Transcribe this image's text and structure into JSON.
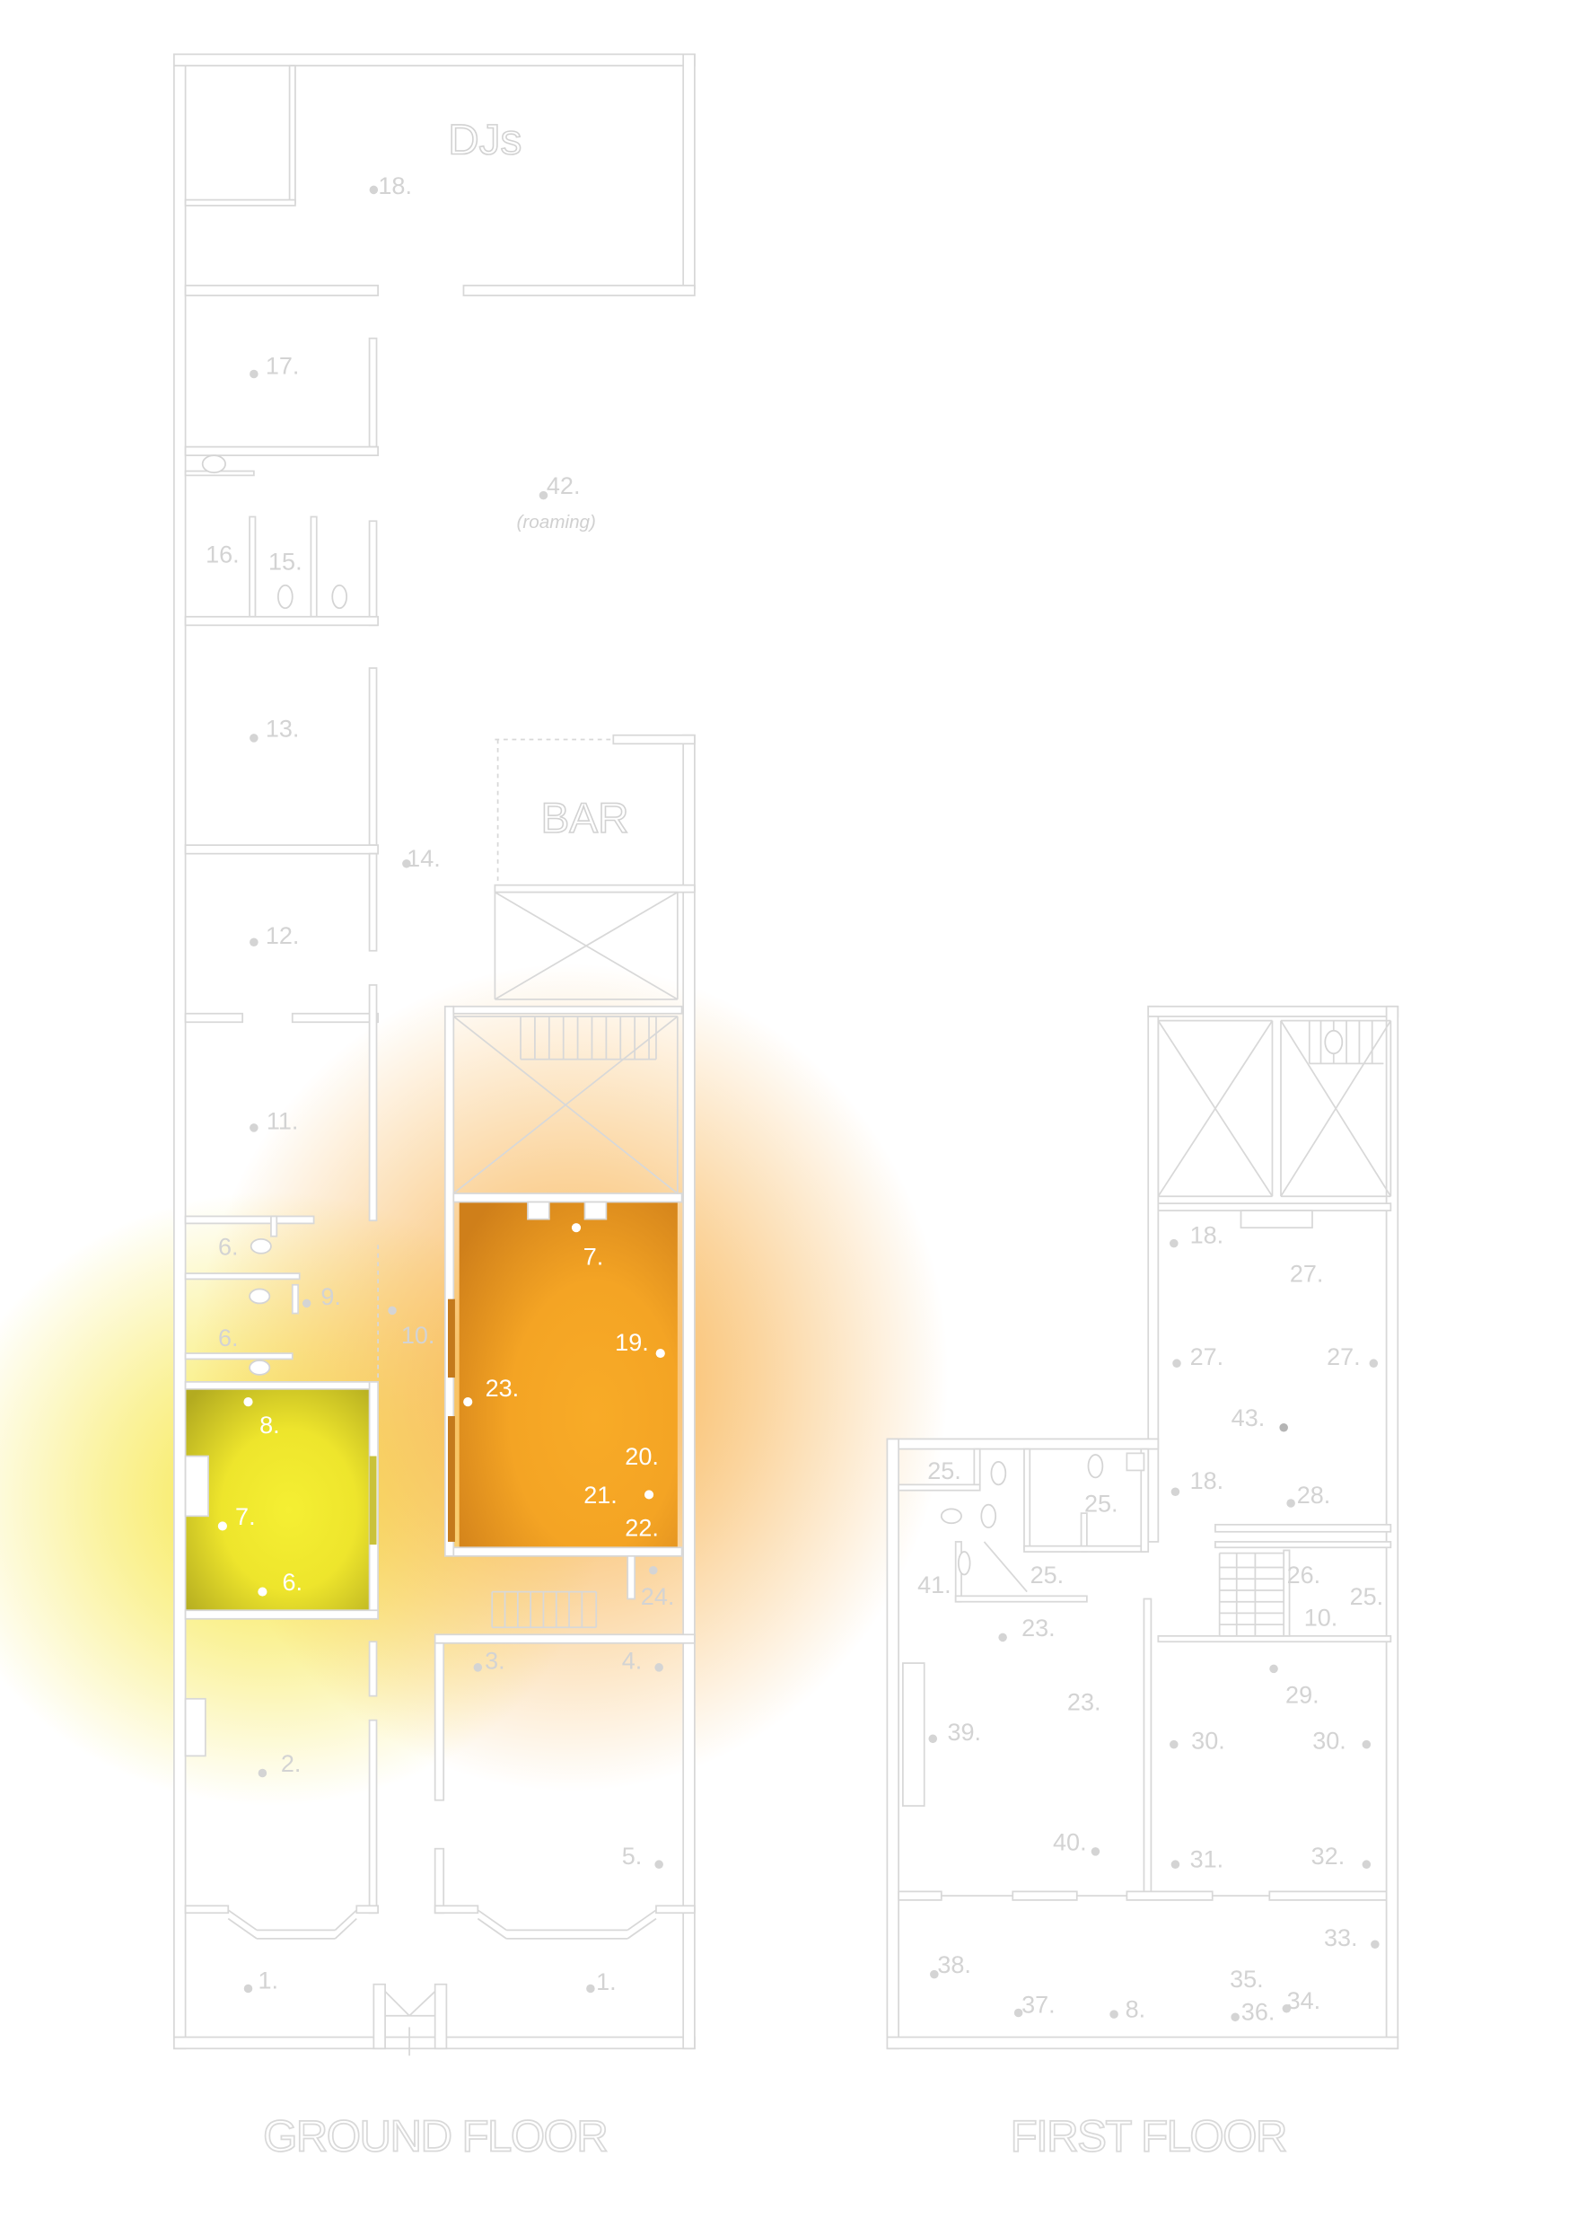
{
  "ground_floor": {
    "title": "GROUND FLOOR",
    "area_labels": {
      "djs": "DJs",
      "bar": "BAR",
      "roaming_note": "(roaming)"
    },
    "rooms": [
      "18.",
      "17.",
      "42.",
      "16.",
      "15.",
      "13.",
      "14.",
      "12.",
      "11.",
      "6.",
      "9.",
      "6.",
      "10.",
      "24.",
      "3.",
      "4.",
      "2.",
      "5.",
      "1.",
      "1."
    ],
    "highlighted": {
      "yellow_room": [
        "8.",
        "7.",
        "6."
      ],
      "orange_room": [
        "7.",
        "19.",
        "23.",
        "20.",
        "21.",
        "22."
      ]
    }
  },
  "first_floor": {
    "title": "FIRST FLOOR",
    "rooms": [
      "18.",
      "27.",
      "27.",
      "27.",
      "43.",
      "25.",
      "25.",
      "18.",
      "28.",
      "25.",
      "41.",
      "26.",
      "25.",
      "10.",
      "23.",
      "29.",
      "23.",
      "39.",
      "30.",
      "30.",
      "40.",
      "31.",
      "32.",
      "33.",
      "38.",
      "35.",
      "37.",
      "8.",
      "36.",
      "34."
    ]
  },
  "colors": {
    "plan_lines": "#d8d8d8",
    "highlight_yellow": "#f5ef33",
    "highlight_yellow_edge": "#b3ab20",
    "highlight_orange": "#f8ab27",
    "highlight_orange_edge": "#cf7f1a",
    "glow_yellow": "#f6e63c",
    "glow_orange": "#f7ab3e"
  }
}
